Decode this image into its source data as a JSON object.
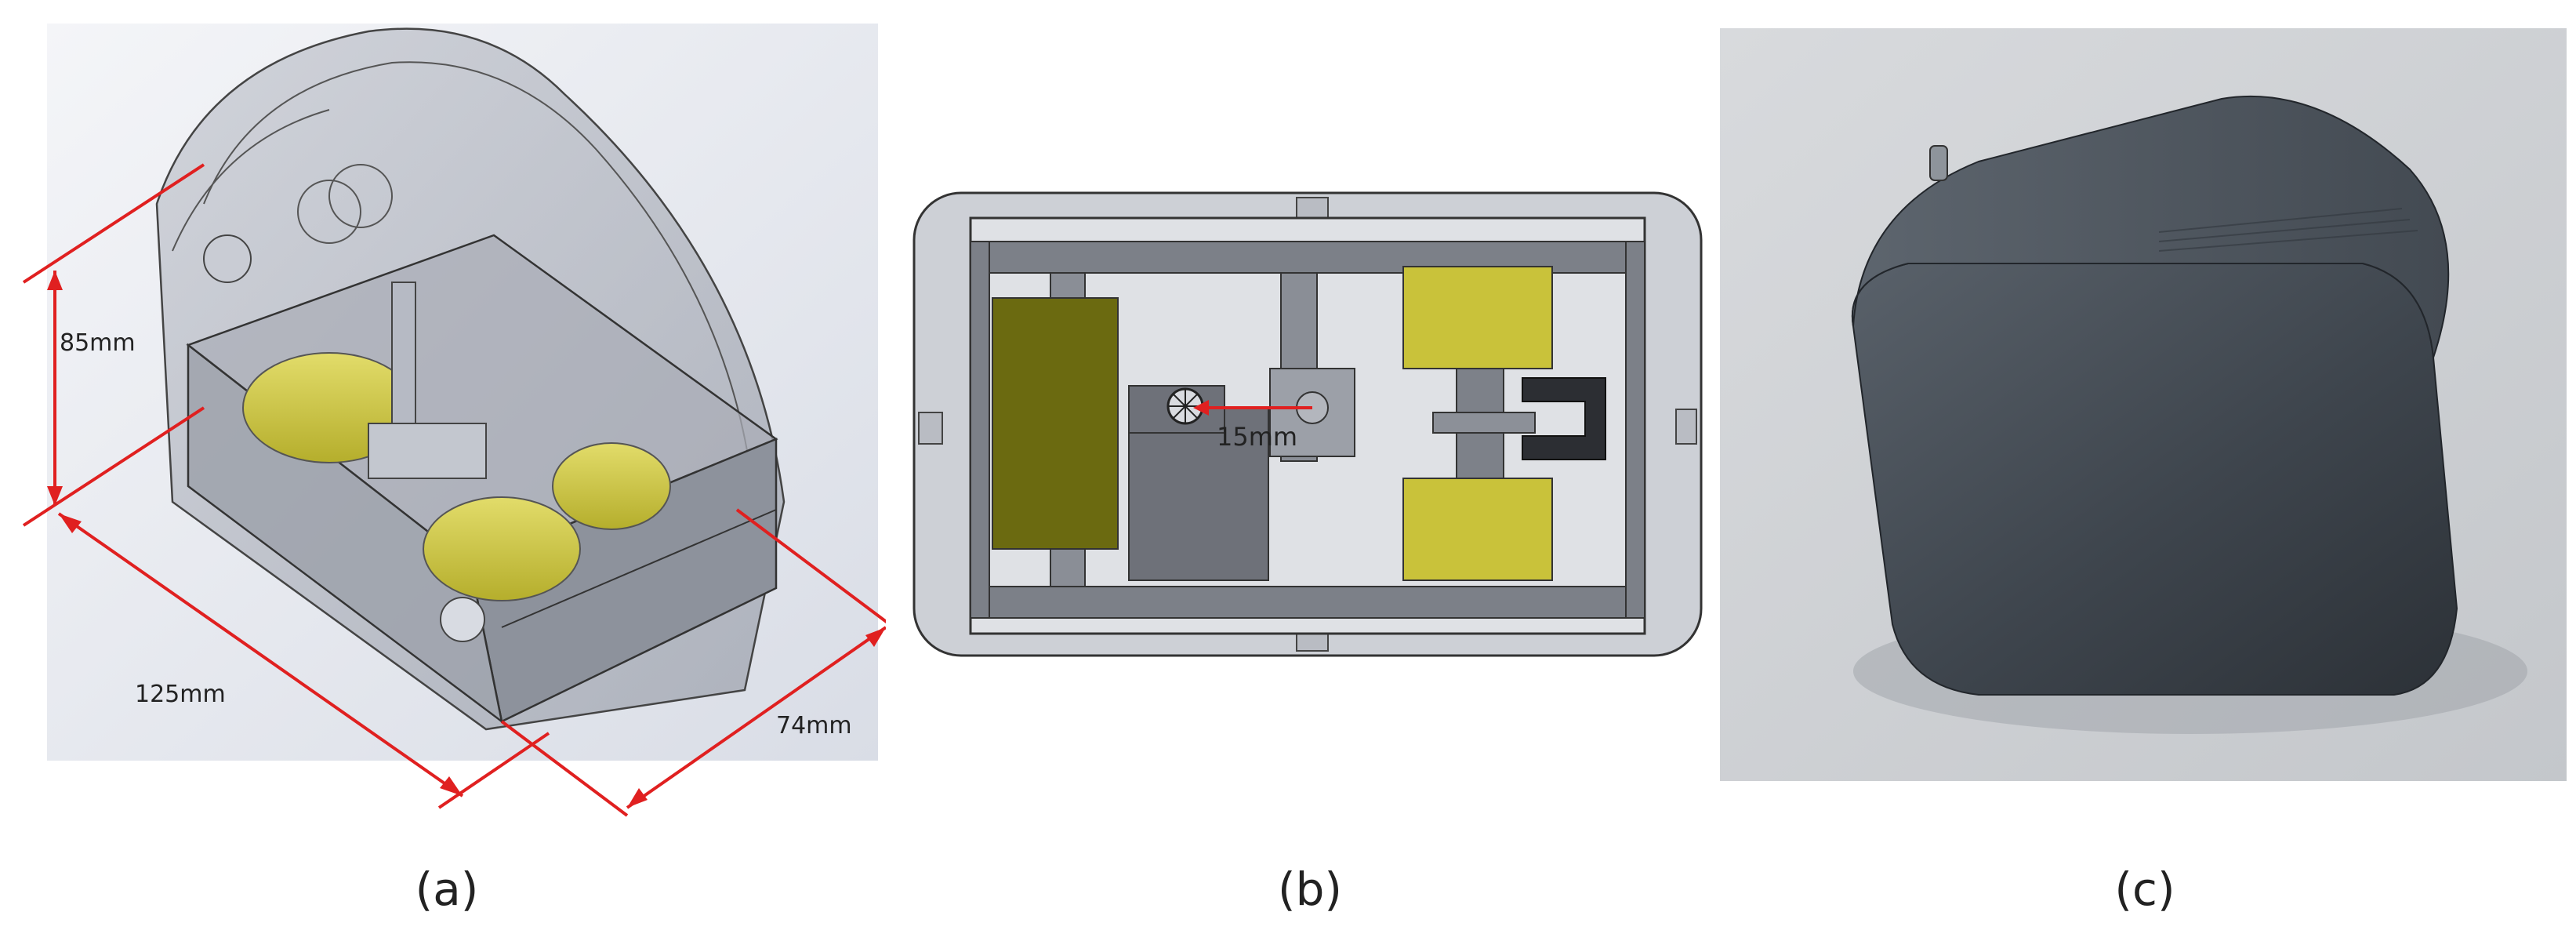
{
  "panel_a": {
    "dim_height": "85mm",
    "dim_length": "125mm",
    "dim_width": "74mm",
    "caption": "(a)"
  },
  "panel_b": {
    "dim_offset": "15mm",
    "caption": "(b)"
  },
  "panel_c": {
    "caption": "(c)"
  },
  "colors": {
    "dimension_line": "#e02020",
    "motor_yellow": "#c9c23a",
    "transparent_shell": "#b8bcc6",
    "printed_shell": "#3e454d"
  }
}
